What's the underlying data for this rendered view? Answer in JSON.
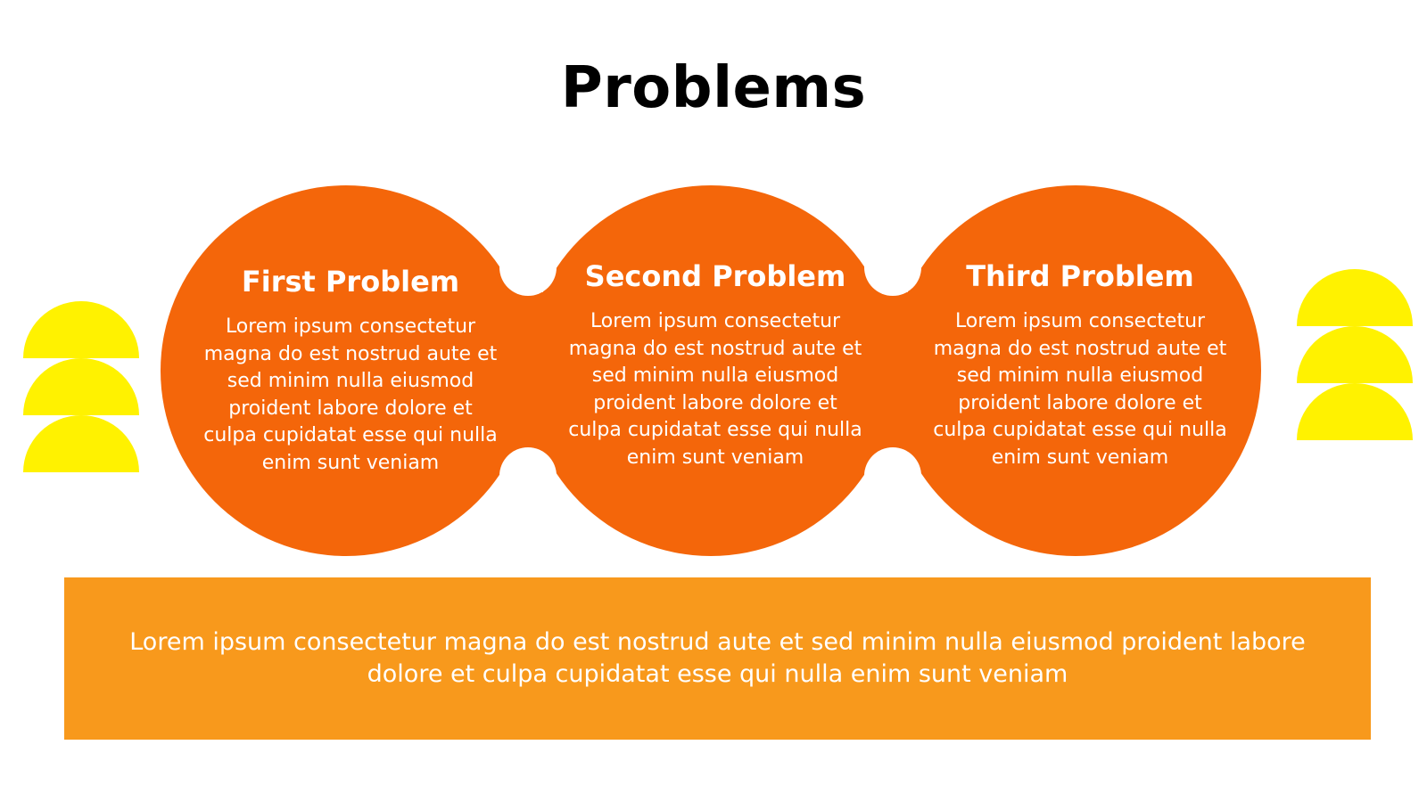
{
  "slide": {
    "title": "Problems",
    "colors": {
      "circle": "#F4660A",
      "band": "#F8991C",
      "accent": "#FFF200",
      "text_light": "#FFFFFF",
      "text_dark": "#000000"
    }
  },
  "problems": [
    {
      "title": "First Problem",
      "text": "Lorem ipsum consectetur magna do est nostrud aute et sed minim nulla eiusmod proident labore dolore et culpa cupidatat esse qui nulla enim sunt veniam"
    },
    {
      "title": "Second Problem",
      "text": "Lorem ipsum consectetur magna do est nostrud aute et sed minim nulla eiusmod proident labore dolore et culpa cupidatat esse qui nulla enim sunt veniam"
    },
    {
      "title": "Third Problem",
      "text": "Lorem ipsum consectetur magna do est nostrud aute et sed minim nulla eiusmod proident labore dolore et culpa cupidatat esse qui nulla enim sunt veniam"
    }
  ],
  "summary": {
    "text": "Lorem ipsum consectetur magna do est nostrud aute et sed minim nulla eiusmod proident labore dolore et culpa cupidatat esse qui nulla enim sunt veniam"
  },
  "decorations": {
    "left_icon": "stacked-semicircles-icon",
    "right_icon": "stacked-semicircles-icon"
  }
}
